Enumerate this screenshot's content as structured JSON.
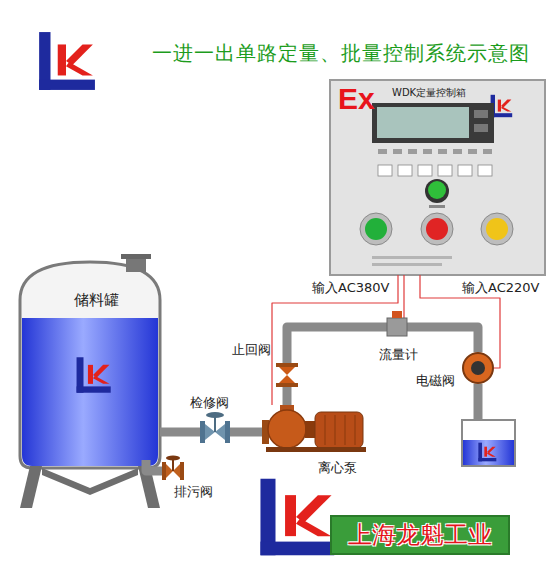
{
  "diagram": {
    "title": "一进一出单路定量、批量控制系统示意图",
    "nodes": [
      {
        "text": [
          "Ex",
          "WDK定量控制箱"
        ]
      },
      {
        "text": [
          "储料罐"
        ]
      },
      {
        "text": [
          "检修阀"
        ]
      },
      {
        "text": [
          "排污阀"
        ]
      },
      {
        "text": [
          "离心泵"
        ]
      },
      {
        "text": [
          "止回阀"
        ]
      },
      {
        "text": [
          "流量计"
        ]
      },
      {
        "text": [
          "电磁阀"
        ]
      },
      {
        "text": [
          "上海龙魁工业"
        ]
      }
    ],
    "edges": [
      {
        "from": 1,
        "to": 2,
        "arrow": "none"
      },
      {
        "from": 2,
        "to": 4,
        "arrow": "none"
      },
      {
        "from": 4,
        "to": 5,
        "arrow": "none"
      },
      {
        "from": 5,
        "to": 6,
        "arrow": "none"
      },
      {
        "from": 6,
        "to": 7,
        "arrow": "none"
      },
      {
        "from": 1,
        "to": 3,
        "arrow": "none"
      },
      {
        "from": 0,
        "to": 4,
        "arrow": "none"
      },
      {
        "from": 0,
        "to": 6,
        "arrow": "none"
      },
      {
        "from": 0,
        "to": 7,
        "arrow": "none"
      }
    ],
    "labels": [
      "输入AC380V",
      "输入AC220V"
    ]
  }
}
